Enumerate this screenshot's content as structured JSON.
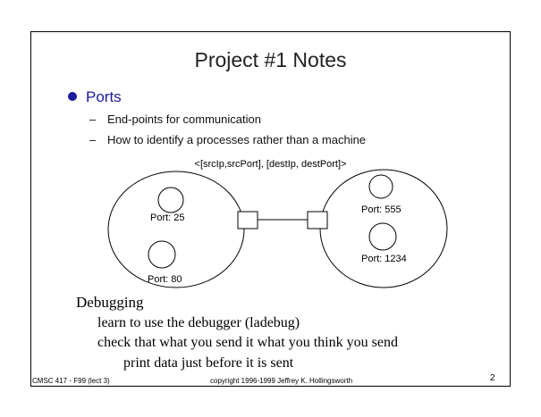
{
  "title": "Project #1 Notes",
  "bullet": {
    "heading": "Ports",
    "subitems": [
      "End-points for communication",
      "How to identify a processes rather than a machine"
    ]
  },
  "diagram": {
    "tuple": "<[srcIp,srcPort], [destIp, destPort]>",
    "left_ports": [
      "Port: 25",
      "Port: 80"
    ],
    "right_ports": [
      "Port: 555",
      "Port: 1234"
    ]
  },
  "debugging": {
    "heading": "Debugging",
    "lines": [
      "learn to use the debugger (ladebug)",
      "check that what you send it what you think you send",
      "print data just before it is sent"
    ]
  },
  "footer": {
    "course": "CMSC 417 - F99 (lect 3)",
    "copyright": "copyright 1996-1999 Jeffrey K. Hollingsworth",
    "page": "2"
  },
  "colors": {
    "bullet": "#1a1a9a",
    "text": "#000000"
  }
}
